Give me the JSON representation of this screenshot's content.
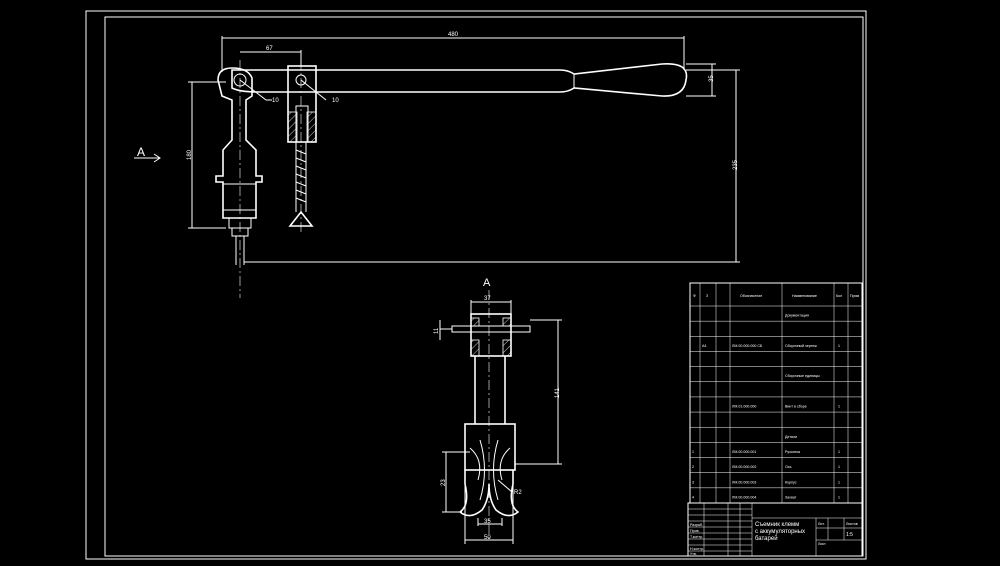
{
  "view_label": "A",
  "section_label": "A",
  "dimensions": {
    "overall_length": "480",
    "pin_offset": "67",
    "hole_d1": "10",
    "hole_d2": "10",
    "handle_height": "35",
    "overall_height": "235",
    "body_height": "180",
    "section_top_width": "37",
    "section_left": "11",
    "section_height": "141",
    "section_jaw_height": "23",
    "section_jaw_radius": "R2",
    "section_bottom_inner": "35",
    "section_bottom_width": "50"
  },
  "spec_table": {
    "header": [
      "Ф",
      "З",
      "Обозначение",
      "Наименование",
      "Кол",
      "Прим"
    ],
    "rows": [
      {
        "pos": "",
        "zone": "",
        "designation": "",
        "name": "Документация",
        "qty": ""
      },
      {
        "pos": "",
        "zone": "",
        "designation": "",
        "name": "",
        "qty": ""
      },
      {
        "pos": "",
        "zone": "А4",
        "designation": "ЛМ.00.000.000 СБ",
        "name": "Сборочный чертеж",
        "qty": "1"
      },
      {
        "pos": "",
        "zone": "",
        "designation": "",
        "name": "",
        "qty": ""
      },
      {
        "pos": "",
        "zone": "",
        "designation": "",
        "name": "Сборочные единицы",
        "qty": ""
      },
      {
        "pos": "",
        "zone": "",
        "designation": "",
        "name": "",
        "qty": ""
      },
      {
        "pos": "",
        "zone": "",
        "designation": "ЛМ.01.000.000",
        "name": "Винт в сборе",
        "qty": "1"
      },
      {
        "pos": "",
        "zone": "",
        "designation": "",
        "name": "",
        "qty": ""
      },
      {
        "pos": "",
        "zone": "",
        "designation": "",
        "name": "Детали",
        "qty": ""
      },
      {
        "pos": "1",
        "zone": "",
        "designation": "ЛМ.00.000.001",
        "name": "Рукоятка",
        "qty": "1"
      },
      {
        "pos": "2",
        "zone": "",
        "designation": "ЛМ.00.000.002",
        "name": "Ось",
        "qty": "1"
      },
      {
        "pos": "3",
        "zone": "",
        "designation": "ЛМ.00.000.003",
        "name": "Корпус",
        "qty": "1"
      },
      {
        "pos": "4",
        "zone": "",
        "designation": "ЛМ.00.000.004",
        "name": "Захват",
        "qty": "1"
      }
    ]
  },
  "title_block": {
    "title_line1": "Съемник клемм",
    "title_line2": "с аккумуляторных",
    "title_line3": "батарей",
    "sheet_label": "Лист",
    "sheets_label": "Листов",
    "letter_label": "Лит.",
    "scale": "1:5",
    "role_dev": "Разраб.",
    "role_check": "Пров.",
    "role_tcontrol": "Т.контр.",
    "role_ncontrol": "Н.контр.",
    "role_approve": "Утв."
  }
}
